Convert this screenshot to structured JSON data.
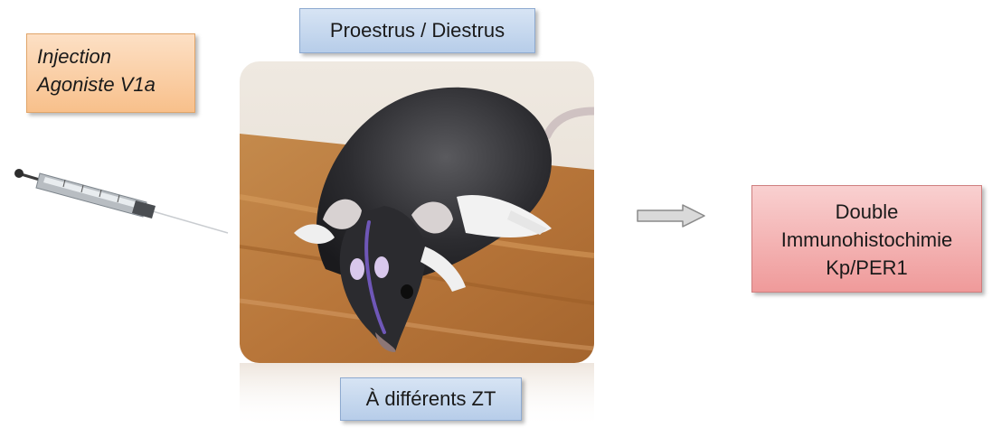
{
  "injection": {
    "line1": "Injection",
    "line2": "Agoniste V1a"
  },
  "phase": {
    "label": "Proestrus / Diestrus"
  },
  "timing": {
    "label": "À différents ZT"
  },
  "result": {
    "line1": "Double",
    "line2": "Immunohistochimie",
    "line3": "Kp/PER1"
  },
  "colors": {
    "orange_box": "#f8c08b",
    "blue_box": "#b7cde9",
    "pink_box": "#ef9a9a",
    "arrow_fill": "#d9d9d9",
    "marker_purple": "#6f57b8"
  },
  "icons": {
    "syringe": "syringe-icon",
    "mouse_photo": "mouse-photo",
    "arrow": "right-arrow-icon"
  }
}
